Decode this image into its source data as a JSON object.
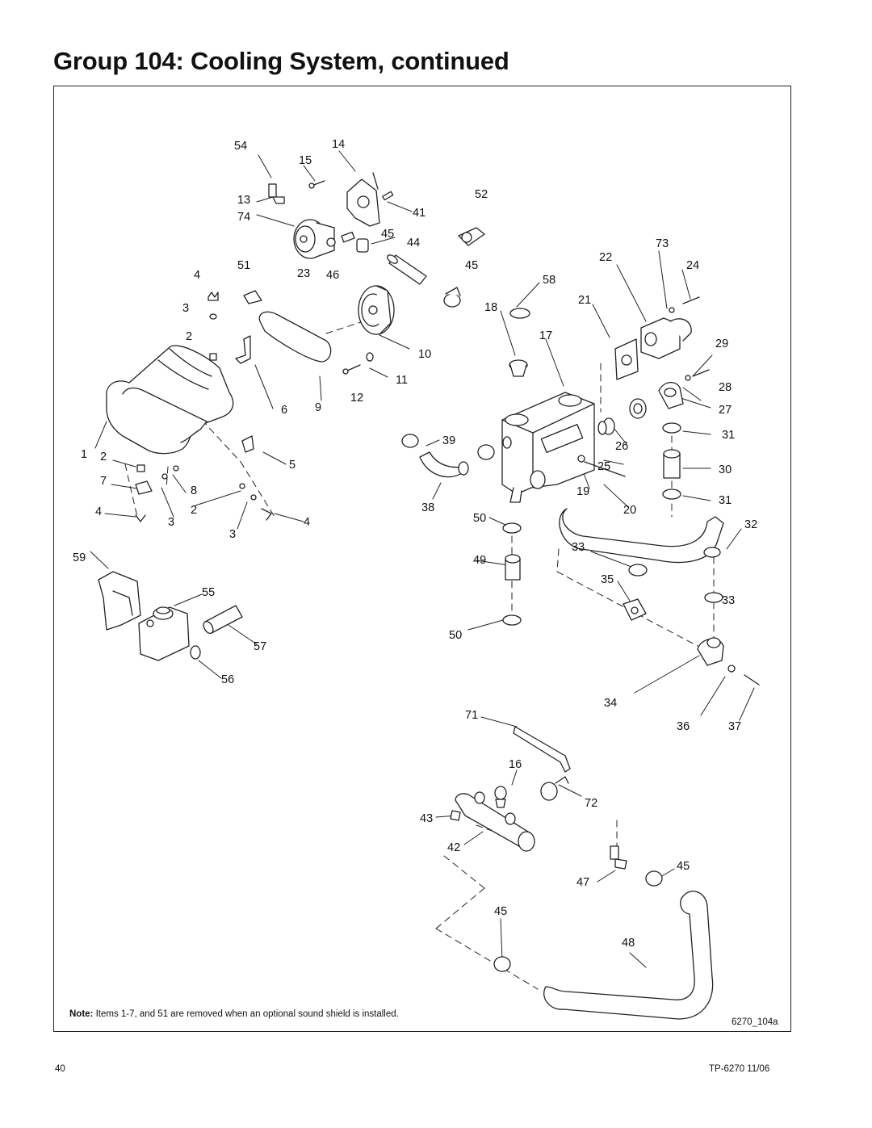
{
  "page": {
    "title": "Group 104:  Cooling System, continued",
    "note_label": "Note:",
    "note_text": "Items 1-7, and 51 are removed when an optional sound shield is installed.",
    "figure_id": "6270_104a",
    "page_number": "40",
    "doc_ref": "TP-6270  11/06"
  },
  "callouts": [
    "54",
    "14",
    "15",
    "13",
    "74",
    "52",
    "41",
    "45",
    "44",
    "73",
    "51",
    "23",
    "46",
    "4",
    "22",
    "24",
    "45",
    "58",
    "3",
    "18",
    "21",
    "2",
    "17",
    "29",
    "10",
    "11",
    "28",
    "12",
    "6",
    "9",
    "27",
    "39",
    "31",
    "1",
    "2",
    "5",
    "26",
    "7",
    "8",
    "25",
    "30",
    "4",
    "3",
    "2",
    "4",
    "19",
    "31",
    "38",
    "20",
    "3",
    "50",
    "32",
    "59",
    "33",
    "49",
    "55",
    "35",
    "33",
    "57",
    "50",
    "56",
    "34",
    "71",
    "36",
    "37",
    "16",
    "72",
    "43",
    "42",
    "45",
    "47",
    "45",
    "48"
  ]
}
